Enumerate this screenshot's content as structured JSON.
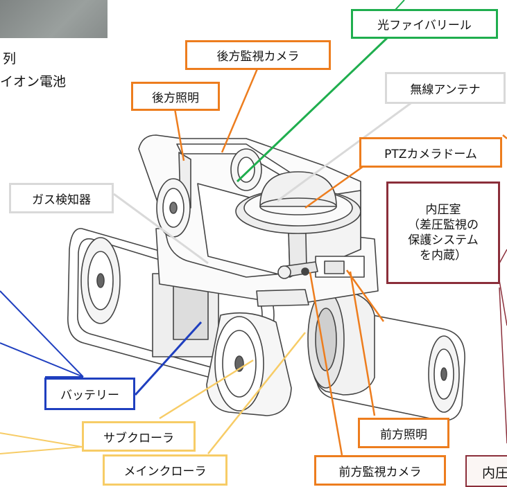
{
  "colors": {
    "orange": "#ED7D1E",
    "green": "#1FAE4E",
    "gray": "#D9D9D9",
    "blue": "#1F3FBF",
    "yellow": "#F7CC66",
    "maroon": "#8B2E3A"
  },
  "fragments": {
    "line1": "列",
    "line2": "イオン電池",
    "bottom_right": "内圧"
  },
  "labels": {
    "optical_fiber_reel": "光ファイバリール",
    "rear_camera": "後方監視カメラ",
    "rear_light": "後方照明",
    "wireless_antenna": "無線アンテナ",
    "ptz_dome": "PTZカメラドーム",
    "gas_detector": "ガス検知器",
    "pressure_chamber": [
      "内圧室",
      "（差圧監視の",
      "保護システム",
      "を内蔵）"
    ],
    "battery": "バッテリー",
    "sub_crawler": "サブクローラ",
    "main_crawler": "メインクローラ",
    "front_light": "前方照明",
    "front_camera": "前方監視カメラ"
  }
}
